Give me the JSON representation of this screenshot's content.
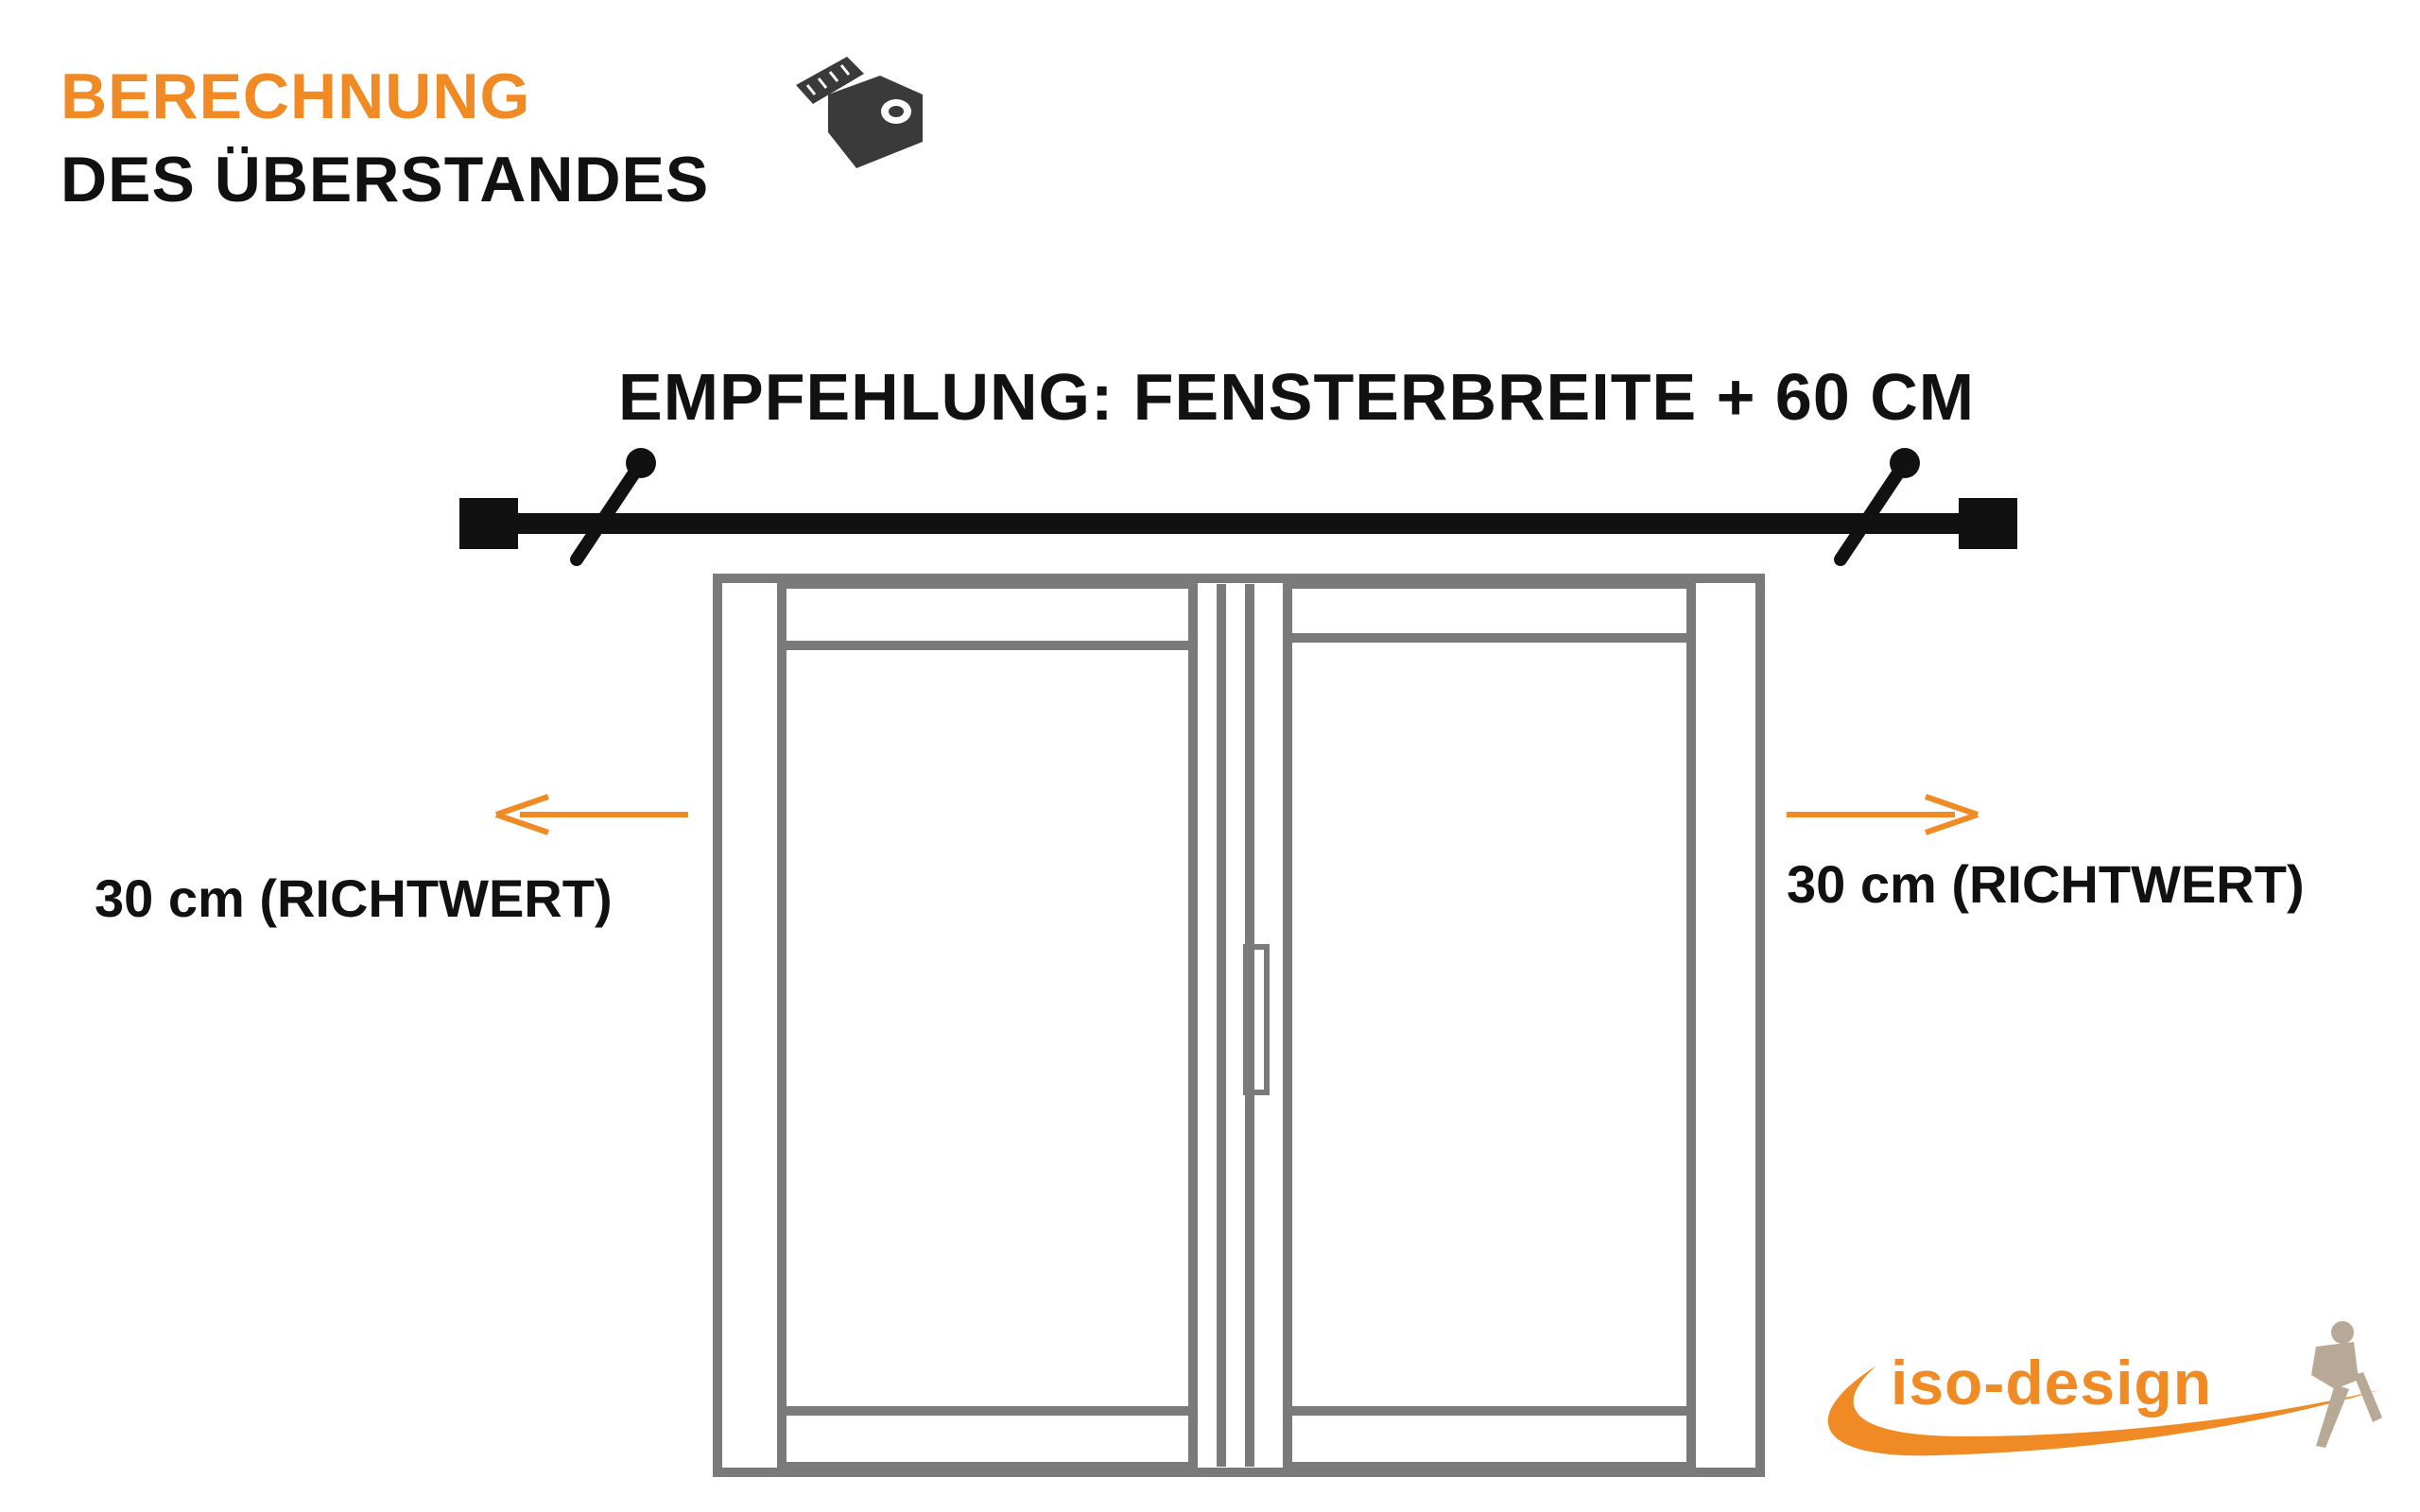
{
  "title": {
    "line1": "BERECHNUNG",
    "line2": "DES ÜBERSTANDES"
  },
  "recommendation": "EMPFEHLUNG: FENSTERBREITE + 60 CM",
  "left_label": "30 cm (RICHTWERT)",
  "right_label": "30 cm (RICHTWERT)",
  "logo": {
    "text": "iso-design"
  },
  "icons": {
    "header": "measuring-tape-icon",
    "left_arrow": "arrow-left-icon",
    "right_arrow": "arrow-right-icon",
    "logo_figure": "running-figure-icon"
  },
  "colors": {
    "accent": "#f08a24",
    "text": "#111111",
    "window_frame": "#7a7a7a",
    "rod": "#111111"
  }
}
